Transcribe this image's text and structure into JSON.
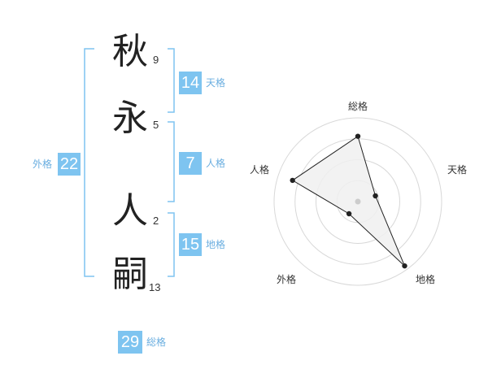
{
  "name": {
    "chars": [
      {
        "char": "秋",
        "strokes": "9"
      },
      {
        "char": "永",
        "strokes": "5"
      },
      {
        "char": "人",
        "strokes": "2"
      },
      {
        "char": "嗣",
        "strokes": "13"
      }
    ]
  },
  "kaku": {
    "tenkaku": {
      "value": "14",
      "label": "天格"
    },
    "jinkaku": {
      "value": "7",
      "label": "人格"
    },
    "chikaku": {
      "value": "15",
      "label": "地格"
    },
    "gaikaku": {
      "value": "22",
      "label": "外格"
    },
    "soukaku": {
      "value": "29",
      "label": "総格"
    }
  },
  "colors": {
    "accent": "#7ec4f0",
    "accent_text": "#6aaee0",
    "radar_fill": "#f0f0f0",
    "radar_grid": "#d8d8d8"
  },
  "chart_data": {
    "type": "radar",
    "axes": [
      "総格",
      "天格",
      "地格",
      "外格",
      "人格"
    ],
    "values": [
      0.78,
      0.22,
      0.95,
      0.18,
      0.82
    ],
    "range": [
      0,
      1
    ],
    "rings": 4
  }
}
